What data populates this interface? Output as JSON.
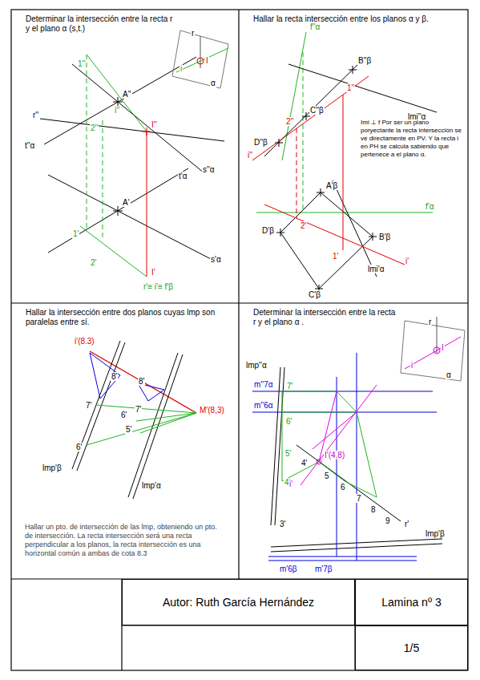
{
  "diagram": {
    "nodes": [
      {
        "text": [
          "Determinar la intersección entre la  recta r y el plano α (s,t.)"
        ]
      },
      {
        "text": [
          "Hallar la recta intersección entre los planos α  y β."
        ]
      },
      {
        "text": [
          "Hallar la intersección entre dos planos cuyas lmp son paralelas entre sí."
        ]
      },
      {
        "text": [
          "Determinar la intersección entre la  recta r y el plano α ."
        ]
      },
      {
        "text": [
          "Autor: Ruth García Hernández"
        ]
      },
      {
        "text": [
          "Lamina nº 3"
        ]
      },
      {
        "text": [
          "1/5"
        ]
      }
    ],
    "labels": [
      "1''",
      "A''",
      "r''",
      "t''α",
      "2''",
      "i''",
      "I''",
      "s''α",
      "1'",
      "A'",
      "t'α",
      "2'",
      "s'α",
      "I'",
      "r'≡ i'≡ f'β",
      "r",
      "i",
      "α",
      "I",
      "f''α",
      "B''β",
      "1''",
      "lmi''α",
      "C''β",
      "D''β",
      "2''",
      "i''",
      "Imi ⊥ f Por ser un plano poryectante la recta intersección se ve directamente en PV. Y la recta i en PH se calcula sabiendo que pertenece a el plano α.",
      "A'β",
      "f'α",
      "2'",
      "D'β",
      "B'β",
      "1'",
      "i'",
      "lmi'α",
      "C'β",
      "i'(8.3)",
      "8'",
      "7'",
      "8'",
      "7'",
      "6'",
      "6'",
      "5'",
      "M'(8,3)",
      "lmp'β",
      "lmp'α",
      "Hallar un pto. de intersección de las lmp, obteniendo un pto. de intersección. La recta intersección será una recta perpendicular a los planos, la recta intersección es una horizontal común a ambas de cota 8.3",
      "lmp''α",
      "m''7α",
      "m''6α",
      "7'",
      "6'",
      "5'",
      "4'",
      "3'",
      "4'",
      "I'(4,8)",
      "i'",
      "5",
      "6",
      "7",
      "8",
      "9",
      "r'",
      "lmp'β",
      "m'6β",
      "m'7β",
      "r",
      "i",
      "α",
      "I"
    ]
  }
}
